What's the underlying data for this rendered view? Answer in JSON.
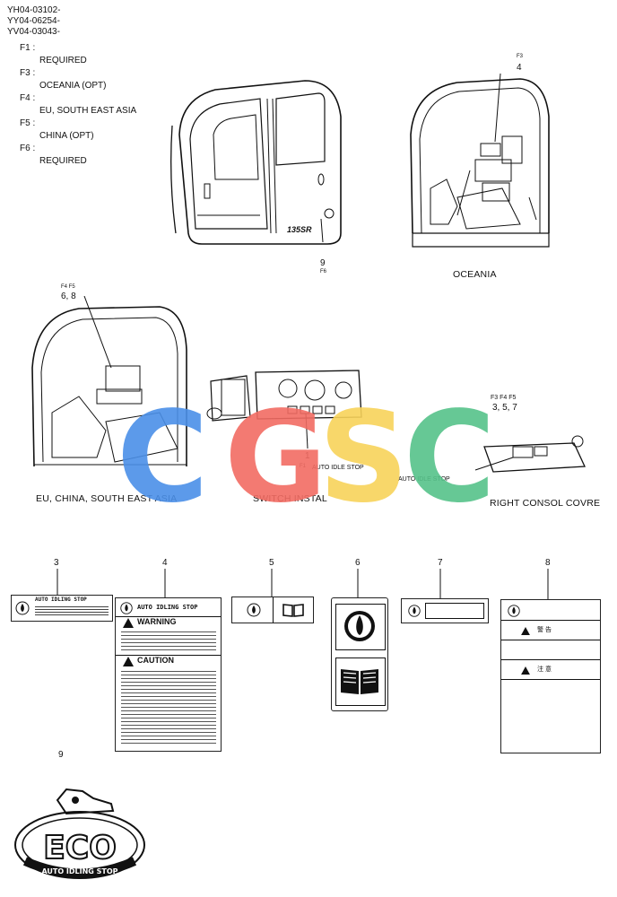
{
  "header": {
    "models": [
      "YH04-03102-",
      "YY04-06254-",
      "YV04-03043-"
    ],
    "footnotes": [
      {
        "key": "F1 :",
        "value": "REQUIRED"
      },
      {
        "key": "F3 :",
        "value": "OCEANIA (OPT)"
      },
      {
        "key": "F4 :",
        "value": "EU, SOUTH EAST ASIA"
      },
      {
        "key": "F5 :",
        "value": "CHINA (OPT)"
      },
      {
        "key": "F6 :",
        "value": "REQUIRED"
      }
    ]
  },
  "views": {
    "cab_main": {
      "callout_num": "9",
      "callout_f": "F6",
      "model_badge": "135SR"
    },
    "oceania": {
      "caption": "OCEANIA",
      "callout_f": "F3",
      "callout_num": "4"
    },
    "eu": {
      "caption": "EU, CHINA, SOUTH EAST ASIA",
      "callout_f": "F4  F5",
      "callout_num": "6, 8"
    },
    "switch": {
      "caption": "SWITCH INSTAL",
      "callout_num": "1",
      "callout_f": "F1",
      "auto_idle": "AUTO IDLE STOP"
    },
    "right_console": {
      "caption": "RIGHT CONSOL COVRE",
      "callout_f": "F3  F4  F5",
      "callout_num": "3, 5, 7",
      "auto_idle": "AUTO IDLE STOP"
    }
  },
  "watermark": {
    "text": "CGSC",
    "colors": [
      "#4a8fe8",
      "#f26b63",
      "#f7d35a",
      "#55c28a"
    ]
  },
  "parts": {
    "p3": {
      "num": "3",
      "title": "AUTO IDLING STOP"
    },
    "p4": {
      "num": "4",
      "title": "AUTO IDLING STOP",
      "warning": "WARNING",
      "caution": "CAUTION"
    },
    "p5": {
      "num": "5"
    },
    "p6": {
      "num": "6"
    },
    "p7": {
      "num": "7"
    },
    "p8": {
      "num": "8",
      "warn_jp": "警  告",
      "caution_jp": "注  意"
    },
    "p9": {
      "num": "9",
      "eco": "ECO",
      "sub": "AUTO IDLING STOP"
    }
  }
}
